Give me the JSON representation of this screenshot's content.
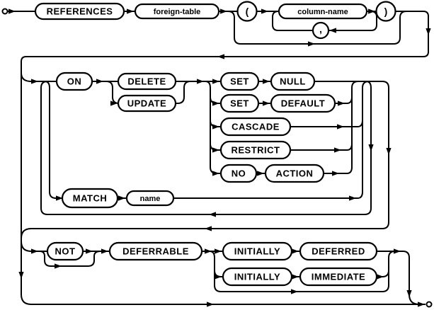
{
  "diagram_title": "references-clause-syntax-diagram",
  "colors": {
    "line": "#000000",
    "background": "#ffffff",
    "node_fill": "#ffffff"
  },
  "nodes": {
    "references": "REFERENCES",
    "foreign_table": "foreign-table",
    "open_paren": "(",
    "column_name": "column-name",
    "comma": ",",
    "close_paren": ")",
    "on": "ON",
    "delete": "DELETE",
    "update": "UPDATE",
    "set_a": "SET",
    "null": "NULL",
    "set_b": "SET",
    "default": "DEFAULT",
    "cascade": "CASCADE",
    "restrict": "RESTRICT",
    "no": "NO",
    "action": "ACTION",
    "match": "MATCH",
    "name": "name",
    "not": "NOT",
    "deferrable": "DEFERRABLE",
    "initially_a": "INITIALLY",
    "deferred": "DEFERRED",
    "initially_b": "INITIALLY",
    "immediate": "IMMEDIATE"
  }
}
